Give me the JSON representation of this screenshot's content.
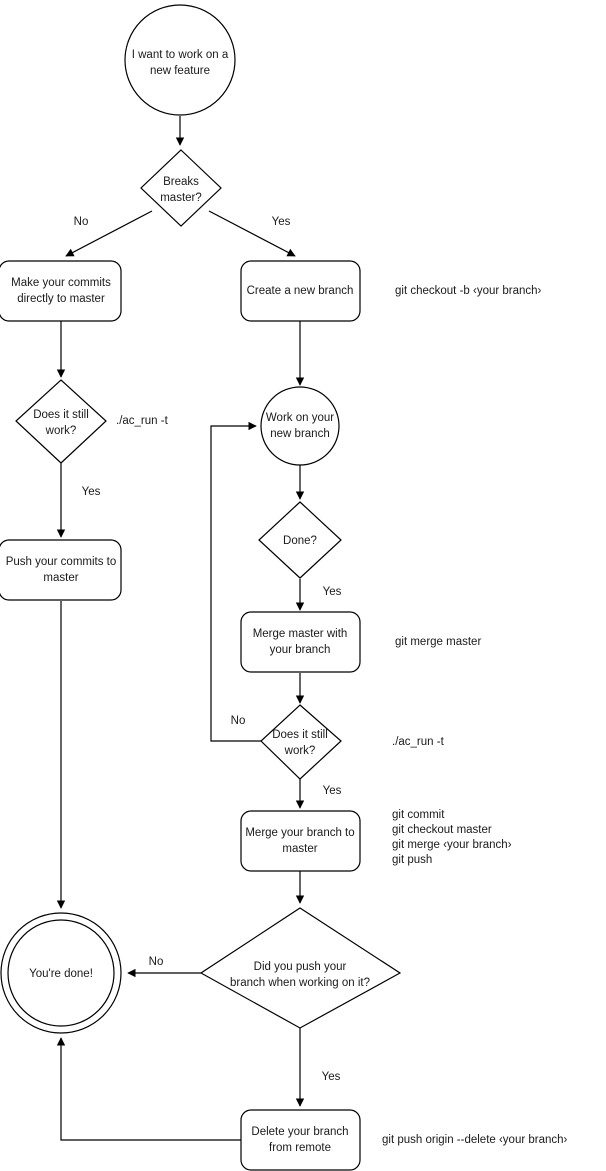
{
  "diagram": {
    "title": "Git branching workflow flowchart",
    "colors": {
      "background": "#ffffff",
      "stroke": "#000000",
      "text": "#1a1a1a"
    },
    "nodes": {
      "start": {
        "shape": "circle",
        "lines": [
          "I want to work on a",
          "new feature"
        ]
      },
      "breaks_master": {
        "shape": "diamond",
        "lines": [
          "Breaks",
          "master?"
        ]
      },
      "make_commits": {
        "shape": "rounded-rect",
        "lines": [
          "Make your commits",
          "directly to master"
        ]
      },
      "create_branch": {
        "shape": "rounded-rect",
        "lines": [
          "Create a new branch"
        ]
      },
      "left_still_work": {
        "shape": "diamond",
        "lines": [
          "Does it still",
          "work?"
        ]
      },
      "push_commits": {
        "shape": "rounded-rect",
        "lines": [
          "Push your commits to",
          "master"
        ]
      },
      "work_branch": {
        "shape": "circle",
        "lines": [
          "Work on your",
          "new branch"
        ]
      },
      "done": {
        "shape": "diamond",
        "lines": [
          "Done?"
        ]
      },
      "merge_master": {
        "shape": "rounded-rect",
        "lines": [
          "Merge master with",
          "your branch"
        ]
      },
      "right_still_work": {
        "shape": "diamond",
        "lines": [
          "Does it still",
          "work?"
        ]
      },
      "merge_branch": {
        "shape": "rounded-rect",
        "lines": [
          "Merge your branch to",
          "master"
        ]
      },
      "did_you_push": {
        "shape": "diamond",
        "lines": [
          "Did you push your",
          "branch when working on it?"
        ]
      },
      "youre_done": {
        "shape": "double-circle",
        "lines": [
          "You're done!"
        ]
      },
      "delete_branch": {
        "shape": "rounded-rect",
        "lines": [
          "Delete your branch",
          "from remote"
        ]
      }
    },
    "edge_labels": {
      "breaks_no": "No",
      "breaks_yes": "Yes",
      "left_work_yes": "Yes",
      "done_yes": "Yes",
      "right_work_no": "No",
      "right_work_yes": "Yes",
      "push_no": "No",
      "push_yes": "Yes"
    },
    "annotations": {
      "create_branch_cmd": "git checkout -b ‹your branch›",
      "left_test_cmd": "./ac_run -t",
      "merge_master_cmd": "git merge master",
      "right_test_cmd": "./ac_run -t",
      "merge_branch_cmds": [
        "git commit",
        "git checkout master",
        "git merge ‹your branch›",
        "git push"
      ],
      "delete_branch_cmd": "git push origin --delete ‹your branch›"
    }
  }
}
